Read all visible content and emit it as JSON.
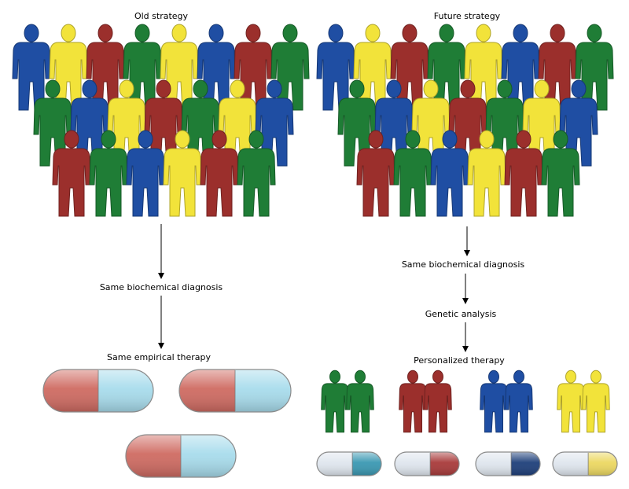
{
  "labels": {
    "old_title": "Old strategy",
    "future_title": "Future strategy",
    "old_diagnosis": "Same biochemical diagnosis",
    "future_diagnosis": "Same biochemical  diagnosis",
    "genetic_analysis": "Genetic analysis",
    "old_therapy": "Same empirical therapy",
    "future_therapy": "Personalized therapy"
  },
  "colors": {
    "blue": "#1f4ea3",
    "yellow": "#f2e33a",
    "red": "#9b2f2c",
    "green": "#1f7d36",
    "capsule_red": "#cf6b62",
    "capsule_blue": "#a8dcec"
  },
  "crowd_rows": [
    [
      "blue",
      "yellow",
      "red",
      "green",
      "yellow",
      "blue",
      "red",
      "green"
    ],
    [
      "green",
      "blue",
      "yellow",
      "red",
      "green",
      "yellow",
      "blue"
    ],
    [
      "red",
      "green",
      "blue",
      "yellow",
      "red",
      "green"
    ]
  ],
  "personalized_groups": [
    {
      "person_color": "green",
      "capsule_accent": "#3a98b2"
    },
    {
      "person_color": "red",
      "capsule_accent": "#a83a3a"
    },
    {
      "person_color": "blue",
      "capsule_accent": "#1e3f7a"
    },
    {
      "person_color": "yellow",
      "capsule_accent": "#ecd861"
    }
  ]
}
